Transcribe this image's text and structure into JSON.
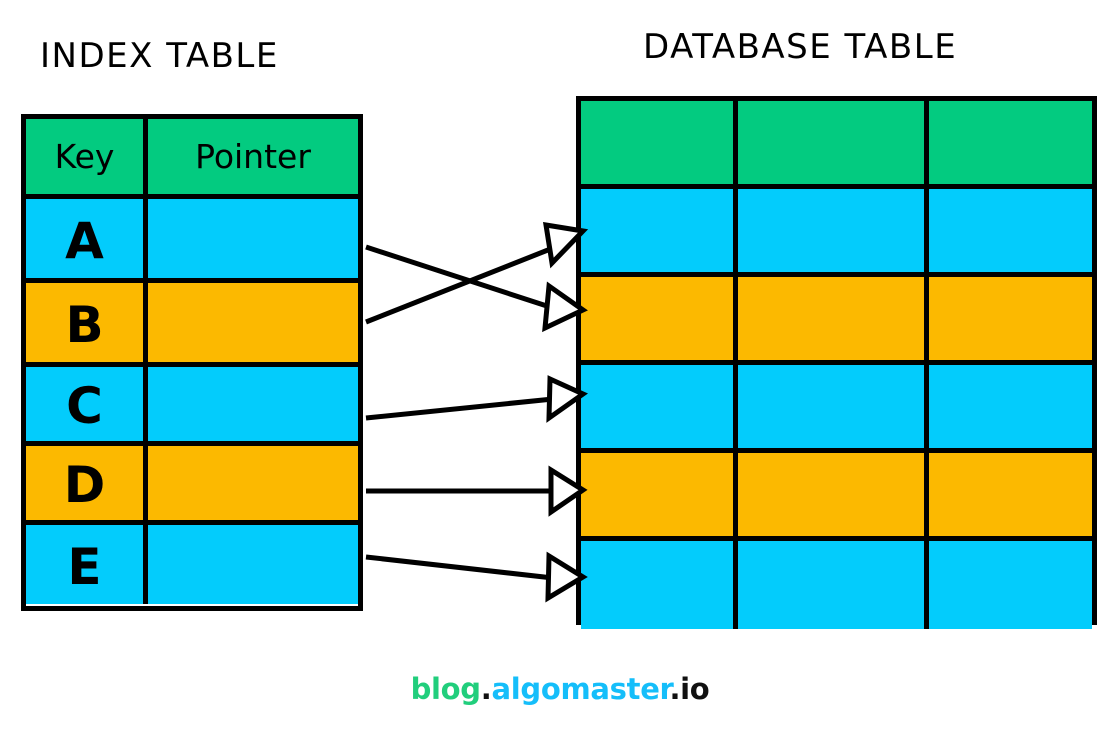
{
  "diagram": {
    "type": "database-index-diagram",
    "background": "#ffffff",
    "palette": {
      "green": "#03CB80",
      "cyan": "#03CCFC",
      "orange": "#FCB900",
      "stroke": "#000000",
      "white": "#ffffff"
    }
  },
  "index_table": {
    "title": "INDEX TABLE",
    "columns": [
      {
        "label": "Key"
      },
      {
        "label": "Pointer"
      }
    ],
    "header_fill": "#03CB80",
    "rows": [
      {
        "key": "A",
        "pointer": "",
        "fill": "#03CCFC"
      },
      {
        "key": "B",
        "pointer": "",
        "fill": "#FCB900"
      },
      {
        "key": "C",
        "pointer": "",
        "fill": "#03CCFC"
      },
      {
        "key": "D",
        "pointer": "",
        "fill": "#FCB900"
      },
      {
        "key": "E",
        "pointer": "",
        "fill": "#03CCFC"
      }
    ]
  },
  "database_table": {
    "title": "DATABASE TABLE",
    "column_count": 3,
    "header_fill": "#03CB80",
    "rows": [
      {
        "index": 0,
        "is_header": true,
        "fill": "#03CB80",
        "cells": [
          "",
          "",
          ""
        ]
      },
      {
        "index": 1,
        "is_header": false,
        "fill": "#03CCFC",
        "cells": [
          "",
          "",
          ""
        ]
      },
      {
        "index": 2,
        "is_header": false,
        "fill": "#FCB900",
        "cells": [
          "",
          "",
          ""
        ]
      },
      {
        "index": 3,
        "is_header": false,
        "fill": "#03CCFC",
        "cells": [
          "",
          "",
          ""
        ]
      },
      {
        "index": 4,
        "is_header": false,
        "fill": "#FCB900",
        "cells": [
          "",
          "",
          ""
        ]
      },
      {
        "index": 5,
        "is_header": false,
        "fill": "#03CCFC",
        "cells": [
          "",
          "",
          ""
        ]
      }
    ]
  },
  "pointers": [
    {
      "from_key": "A",
      "to_row": 2,
      "crosses": true,
      "label": ""
    },
    {
      "from_key": "B",
      "to_row": 1,
      "crosses": true,
      "label": ""
    },
    {
      "from_key": "C",
      "to_row": 3,
      "crosses": false,
      "label": ""
    },
    {
      "from_key": "D",
      "to_row": 4,
      "crosses": false,
      "label": ""
    },
    {
      "from_key": "E",
      "to_row": 5,
      "crosses": false,
      "label": ""
    }
  ],
  "watermark": {
    "part1": "blog",
    "dot1": ".",
    "part2": "algomaster",
    "dot2": ".",
    "part3": "io",
    "color1": "#21CE7C",
    "color2": "#15BEFA",
    "color3": "#111111"
  }
}
